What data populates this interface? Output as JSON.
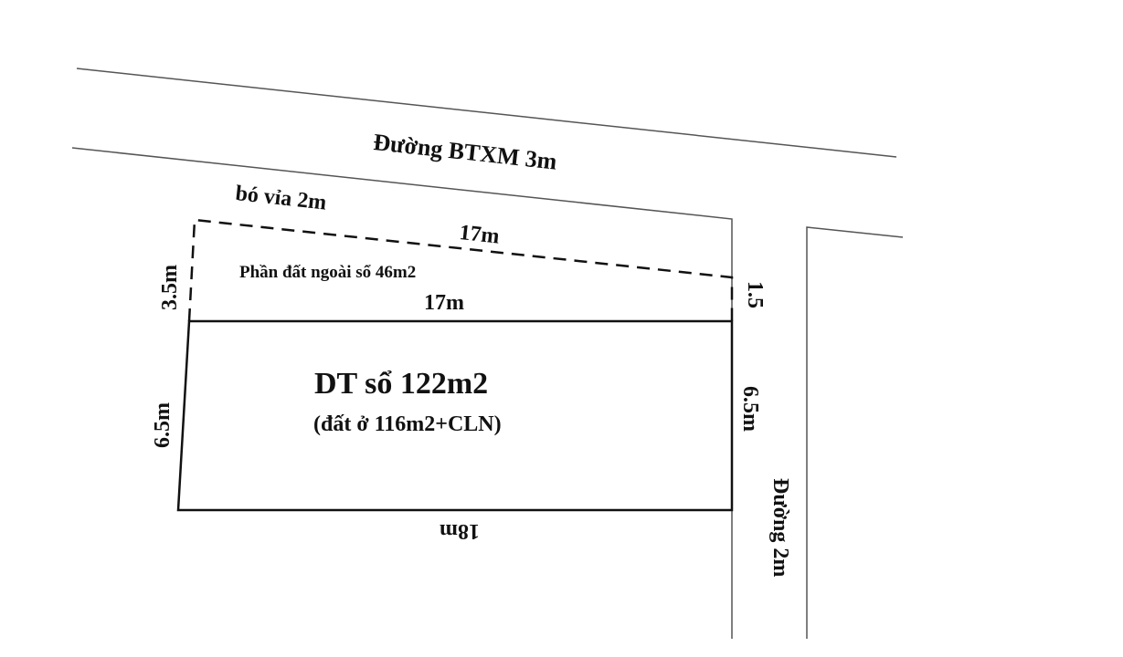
{
  "diagram": {
    "type": "land-plot-sketch",
    "roads": {
      "main_road": "Đường BTXM 3m",
      "side_road": "Đường 2m",
      "curb": "bó vỉa 2m"
    },
    "outside_area": {
      "label": "Phần đất ngoài sổ 46m2",
      "top_edge": "17m",
      "left_edge": "3.5m",
      "right_edge": "1.5"
    },
    "main_lot": {
      "area_label": "DT sổ 122m2",
      "area_detail": "(đất ở 116m2+CLN)",
      "top_edge": "17m",
      "left_edge": "6.5m",
      "right_edge": "6.5m",
      "bottom_edge": "18m"
    },
    "colors": {
      "line": "#111111",
      "road_line": "#555555",
      "background": "#ffffff"
    }
  }
}
